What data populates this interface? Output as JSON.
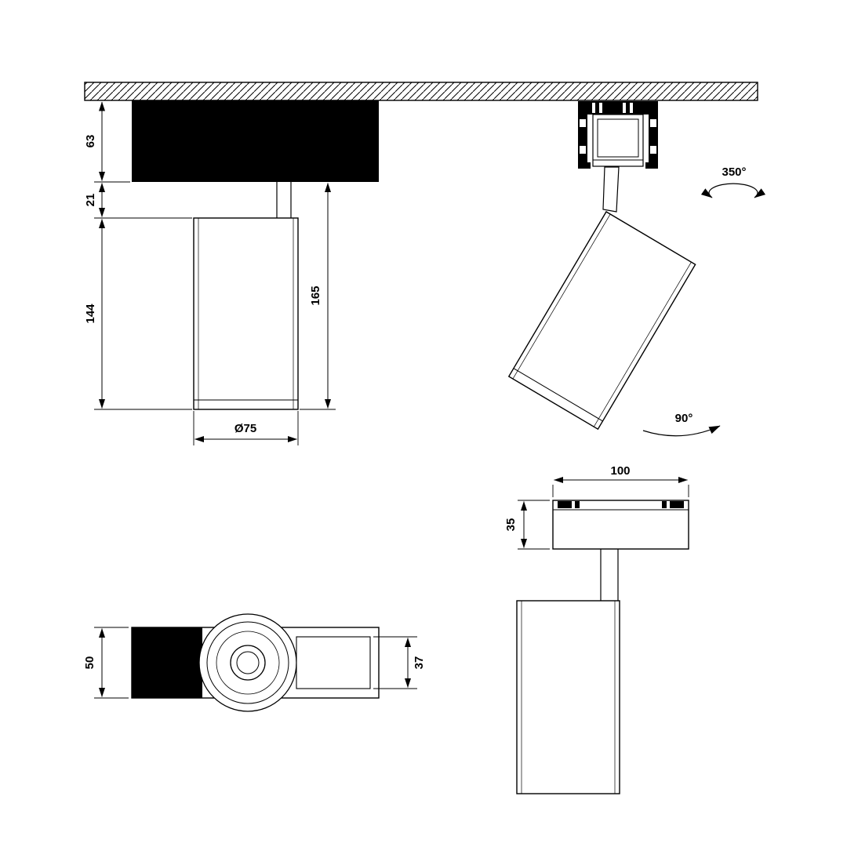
{
  "dims": {
    "side": {
      "track_height": "63",
      "stem_gap": "21",
      "body_height": "144",
      "overall_drop": "165",
      "diameter": "Ø75"
    },
    "rotation": {
      "pan": "350°",
      "tilt": "90°"
    },
    "front": {
      "adapter_width": "100",
      "adapter_height": "35"
    },
    "bottom": {
      "overall_width": "50",
      "window_width": "37"
    }
  },
  "colors": {
    "ink": "#000000",
    "paper": "#ffffff"
  }
}
